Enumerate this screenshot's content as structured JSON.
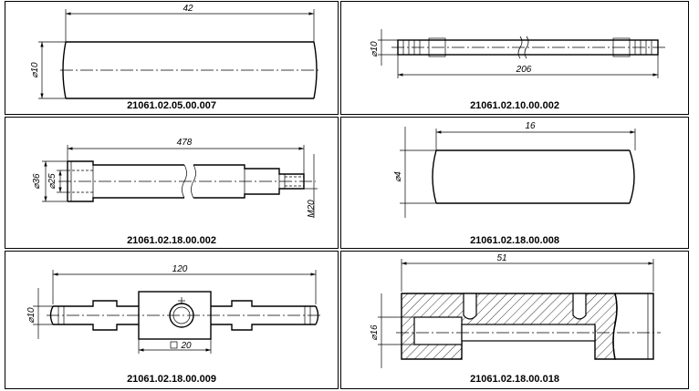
{
  "panels": [
    {
      "id": "p1",
      "code": "21061.02.05.00.007",
      "dims": {
        "length": "42",
        "diameter": "⌀10"
      }
    },
    {
      "id": "p2",
      "code": "21061.02.10.00.002",
      "dims": {
        "length": "206",
        "diameter": "⌀10"
      }
    },
    {
      "id": "p3",
      "code": "21061.02.18.00.002",
      "dims": {
        "length": "478",
        "diameter_outer": "⌀36",
        "diameter_inner": "⌀25",
        "thread": "M20"
      }
    },
    {
      "id": "p4",
      "code": "21061.02.18.00.008",
      "dims": {
        "length": "16",
        "diameter": "⌀4"
      }
    },
    {
      "id": "p5",
      "code": "21061.02.18.00.009",
      "dims": {
        "length": "120",
        "diameter": "⌀10",
        "square": "20"
      }
    },
    {
      "id": "p6",
      "code": "21061.02.18.00.018",
      "dims": {
        "length": "51",
        "diameter": "⌀16"
      }
    }
  ]
}
